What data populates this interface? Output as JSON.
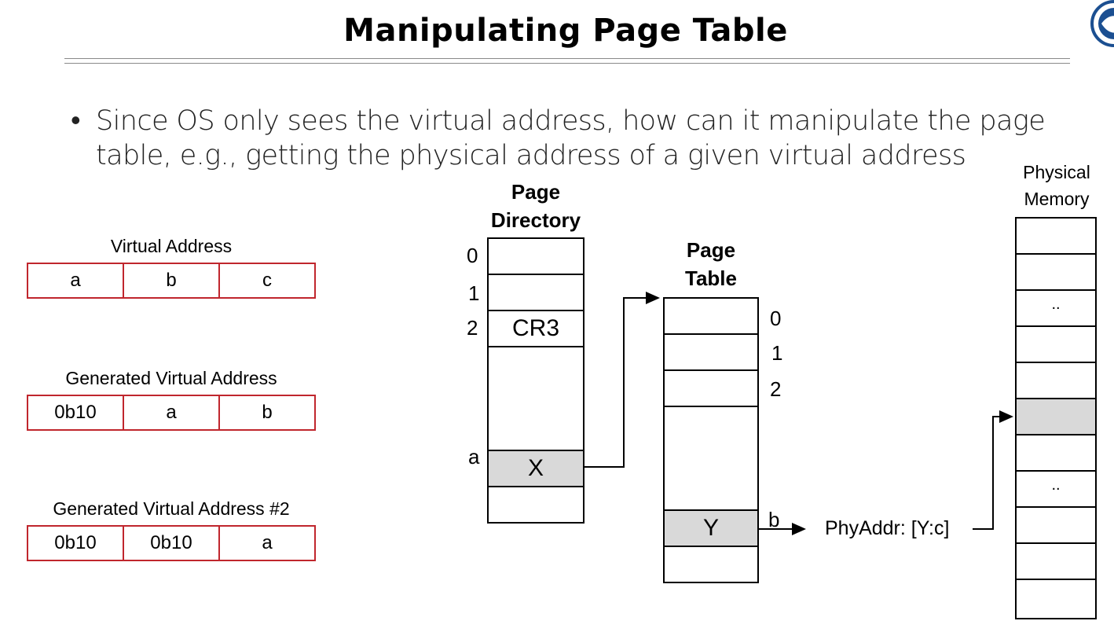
{
  "title": "Manipulating Page Table",
  "bullet": "Since OS only sees the virtual address, how can it manipulate the page table, e.g., getting the physical address of a given virtual address",
  "virtual_address": {
    "label": "Virtual Address",
    "cells": [
      "a",
      "b",
      "c"
    ]
  },
  "generated_va": {
    "label": "Generated Virtual Address",
    "cells": [
      "0b10",
      "a",
      "b"
    ]
  },
  "generated_va2": {
    "label": "Generated Virtual Address #2",
    "cells": [
      "0b10",
      "0b10",
      "a"
    ]
  },
  "page_directory": {
    "heading_line1": "Page",
    "heading_line2": "Directory",
    "index_labels": [
      "0",
      "1",
      "2",
      "a"
    ],
    "entry_cr3": "CR3",
    "entry_x": "X"
  },
  "page_table": {
    "heading_line1": "Page",
    "heading_line2": "Table",
    "index_labels": [
      "0",
      "1",
      "2",
      "b"
    ],
    "entry_y": "Y"
  },
  "physical_memory": {
    "heading_line1": "Physical",
    "heading_line2": "Memory",
    "dots1": "..",
    "dots2": ".."
  },
  "phy_addr": "PhyAddr: [Y:c]",
  "colors": {
    "border_red": "#c0262d",
    "highlight_gray": "#d9d9d9"
  }
}
